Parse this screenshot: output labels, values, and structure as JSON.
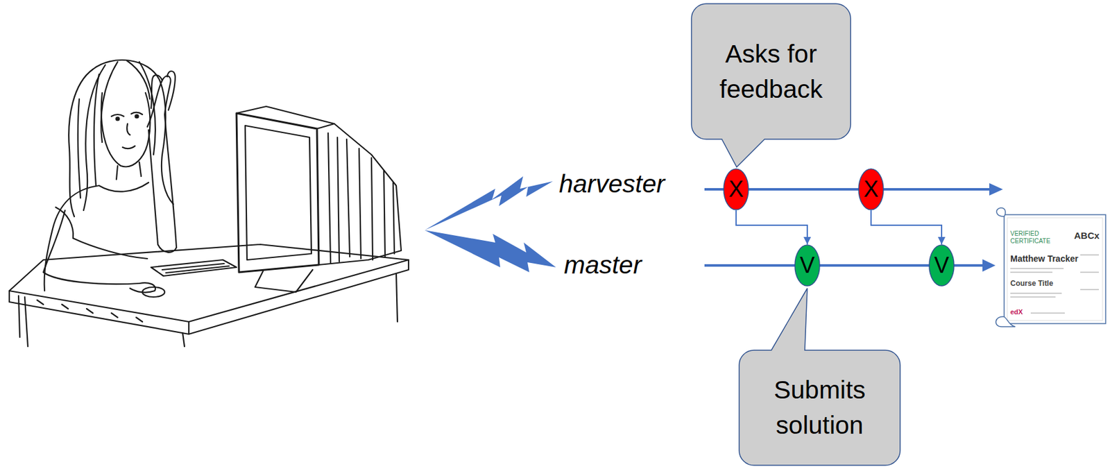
{
  "diagram": {
    "nodes": [
      {
        "text": [
          "Asks for feedback"
        ]
      },
      {
        "text": [
          "X"
        ]
      },
      {
        "text": [
          "X"
        ]
      },
      {
        "text": [
          "V"
        ]
      },
      {
        "text": [
          "V"
        ]
      },
      {
        "text": [
          "Submits solution"
        ]
      }
    ],
    "edges": [
      {
        "from": 1,
        "to": 3,
        "arrow": "to"
      },
      {
        "from": 2,
        "to": 4,
        "arrow": "to"
      }
    ],
    "labels": [
      "harvester",
      "master",
      "VERIFIED CERTIFICATE",
      "ABCx",
      "Matthew Tracker",
      "Course Title",
      "edX"
    ]
  }
}
